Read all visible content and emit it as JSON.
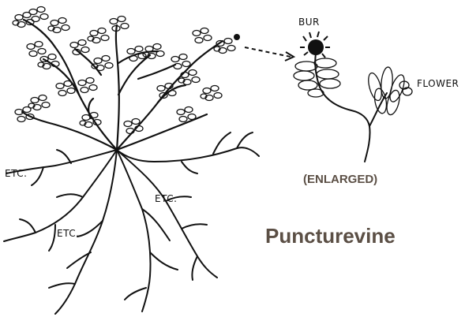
{
  "labels": {
    "bur": "BUR",
    "flower": "FLOWER",
    "enlarged": "(ENLARGED)",
    "title": "Puncturevine",
    "etc_left": "ETC.",
    "etc_center": "ETC.",
    "etc_bottom": "ETC."
  },
  "colors": {
    "ink": "#111111",
    "text": "#5b4f45",
    "background": "#ffffff"
  }
}
